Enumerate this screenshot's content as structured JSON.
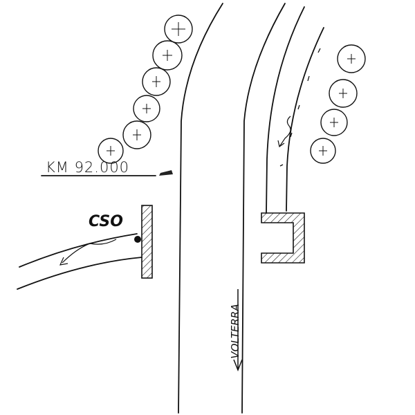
{
  "labels": {
    "km_marker": "KM 92.000",
    "cso": "CSO",
    "direction": "VOLTERRA"
  },
  "colors": {
    "ink": "#111111",
    "background": "#ffffff"
  }
}
